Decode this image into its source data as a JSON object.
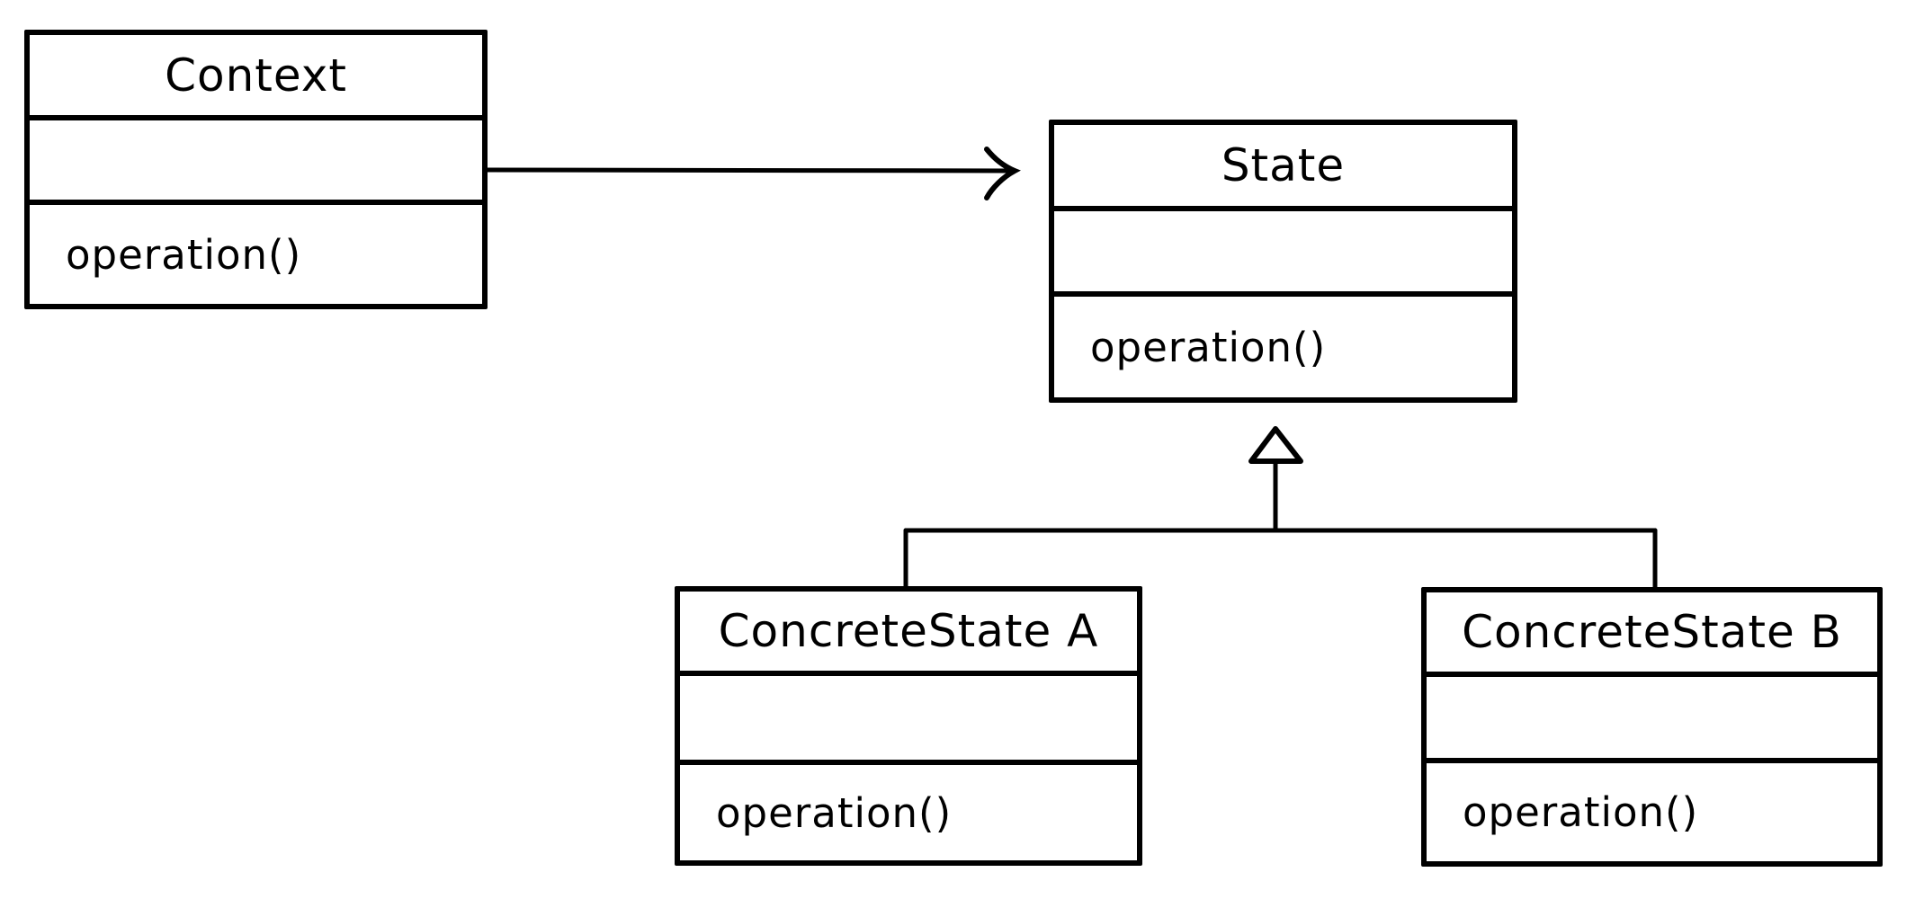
{
  "diagram": {
    "kind": "uml-class-diagram",
    "pattern": "State",
    "background_color": "#ffffff",
    "stroke_color": "#000000"
  },
  "classes": {
    "context": {
      "name": "Context",
      "attributes": "",
      "method": "operation()"
    },
    "state": {
      "name": "State",
      "attributes": "",
      "method": "operation()"
    },
    "concrete_a": {
      "name": "ConcreteState A",
      "attributes": "",
      "method": "operation()"
    },
    "concrete_b": {
      "name": "ConcreteState B",
      "attributes": "",
      "method": "operation()"
    }
  },
  "relations": {
    "association": {
      "from": "Context",
      "to": "State",
      "type": "association-arrow"
    },
    "generalization_a": {
      "from": "ConcreteState A",
      "to": "State",
      "type": "generalization-hollow-triangle"
    },
    "generalization_b": {
      "from": "ConcreteState B",
      "to": "State",
      "type": "generalization-hollow-triangle"
    }
  }
}
